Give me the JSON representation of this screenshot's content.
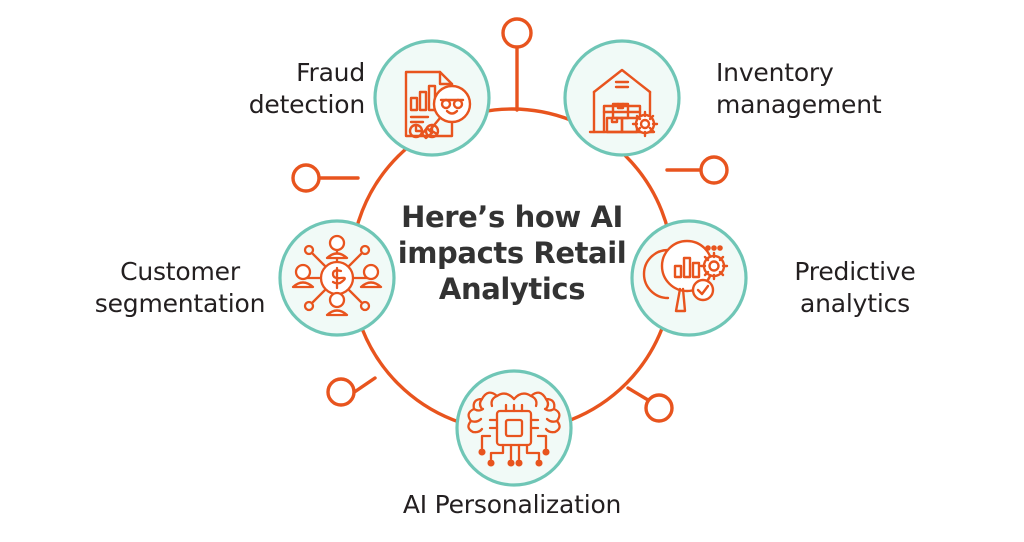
{
  "center": {
    "title": "Here’s how AI\nimpacts Retail\nAnalytics"
  },
  "colors": {
    "orange": "#E8541E",
    "teal": "#6FC6B6",
    "mint_fill": "#F1FAF7",
    "text_dark": "#231f20",
    "title_dark": "#333333",
    "background": "#FFFFFF"
  },
  "nodes": [
    {
      "id": "fraud-detection",
      "label": "Fraud\ndetection",
      "icon": "fraud-magnifier-document-icon"
    },
    {
      "id": "inventory-management",
      "label": "Inventory\nmanagement",
      "icon": "warehouse-gear-icon"
    },
    {
      "id": "predictive-analytics",
      "label": "Predictive\nanalytics",
      "icon": "magnifier-barchart-gear-icon"
    },
    {
      "id": "ai-personalization",
      "label": "AI Personalization",
      "icon": "brain-circuit-chip-icon"
    },
    {
      "id": "customer-segmentation",
      "label": "Customer\nsegmentation",
      "icon": "people-network-dollar-icon"
    }
  ]
}
